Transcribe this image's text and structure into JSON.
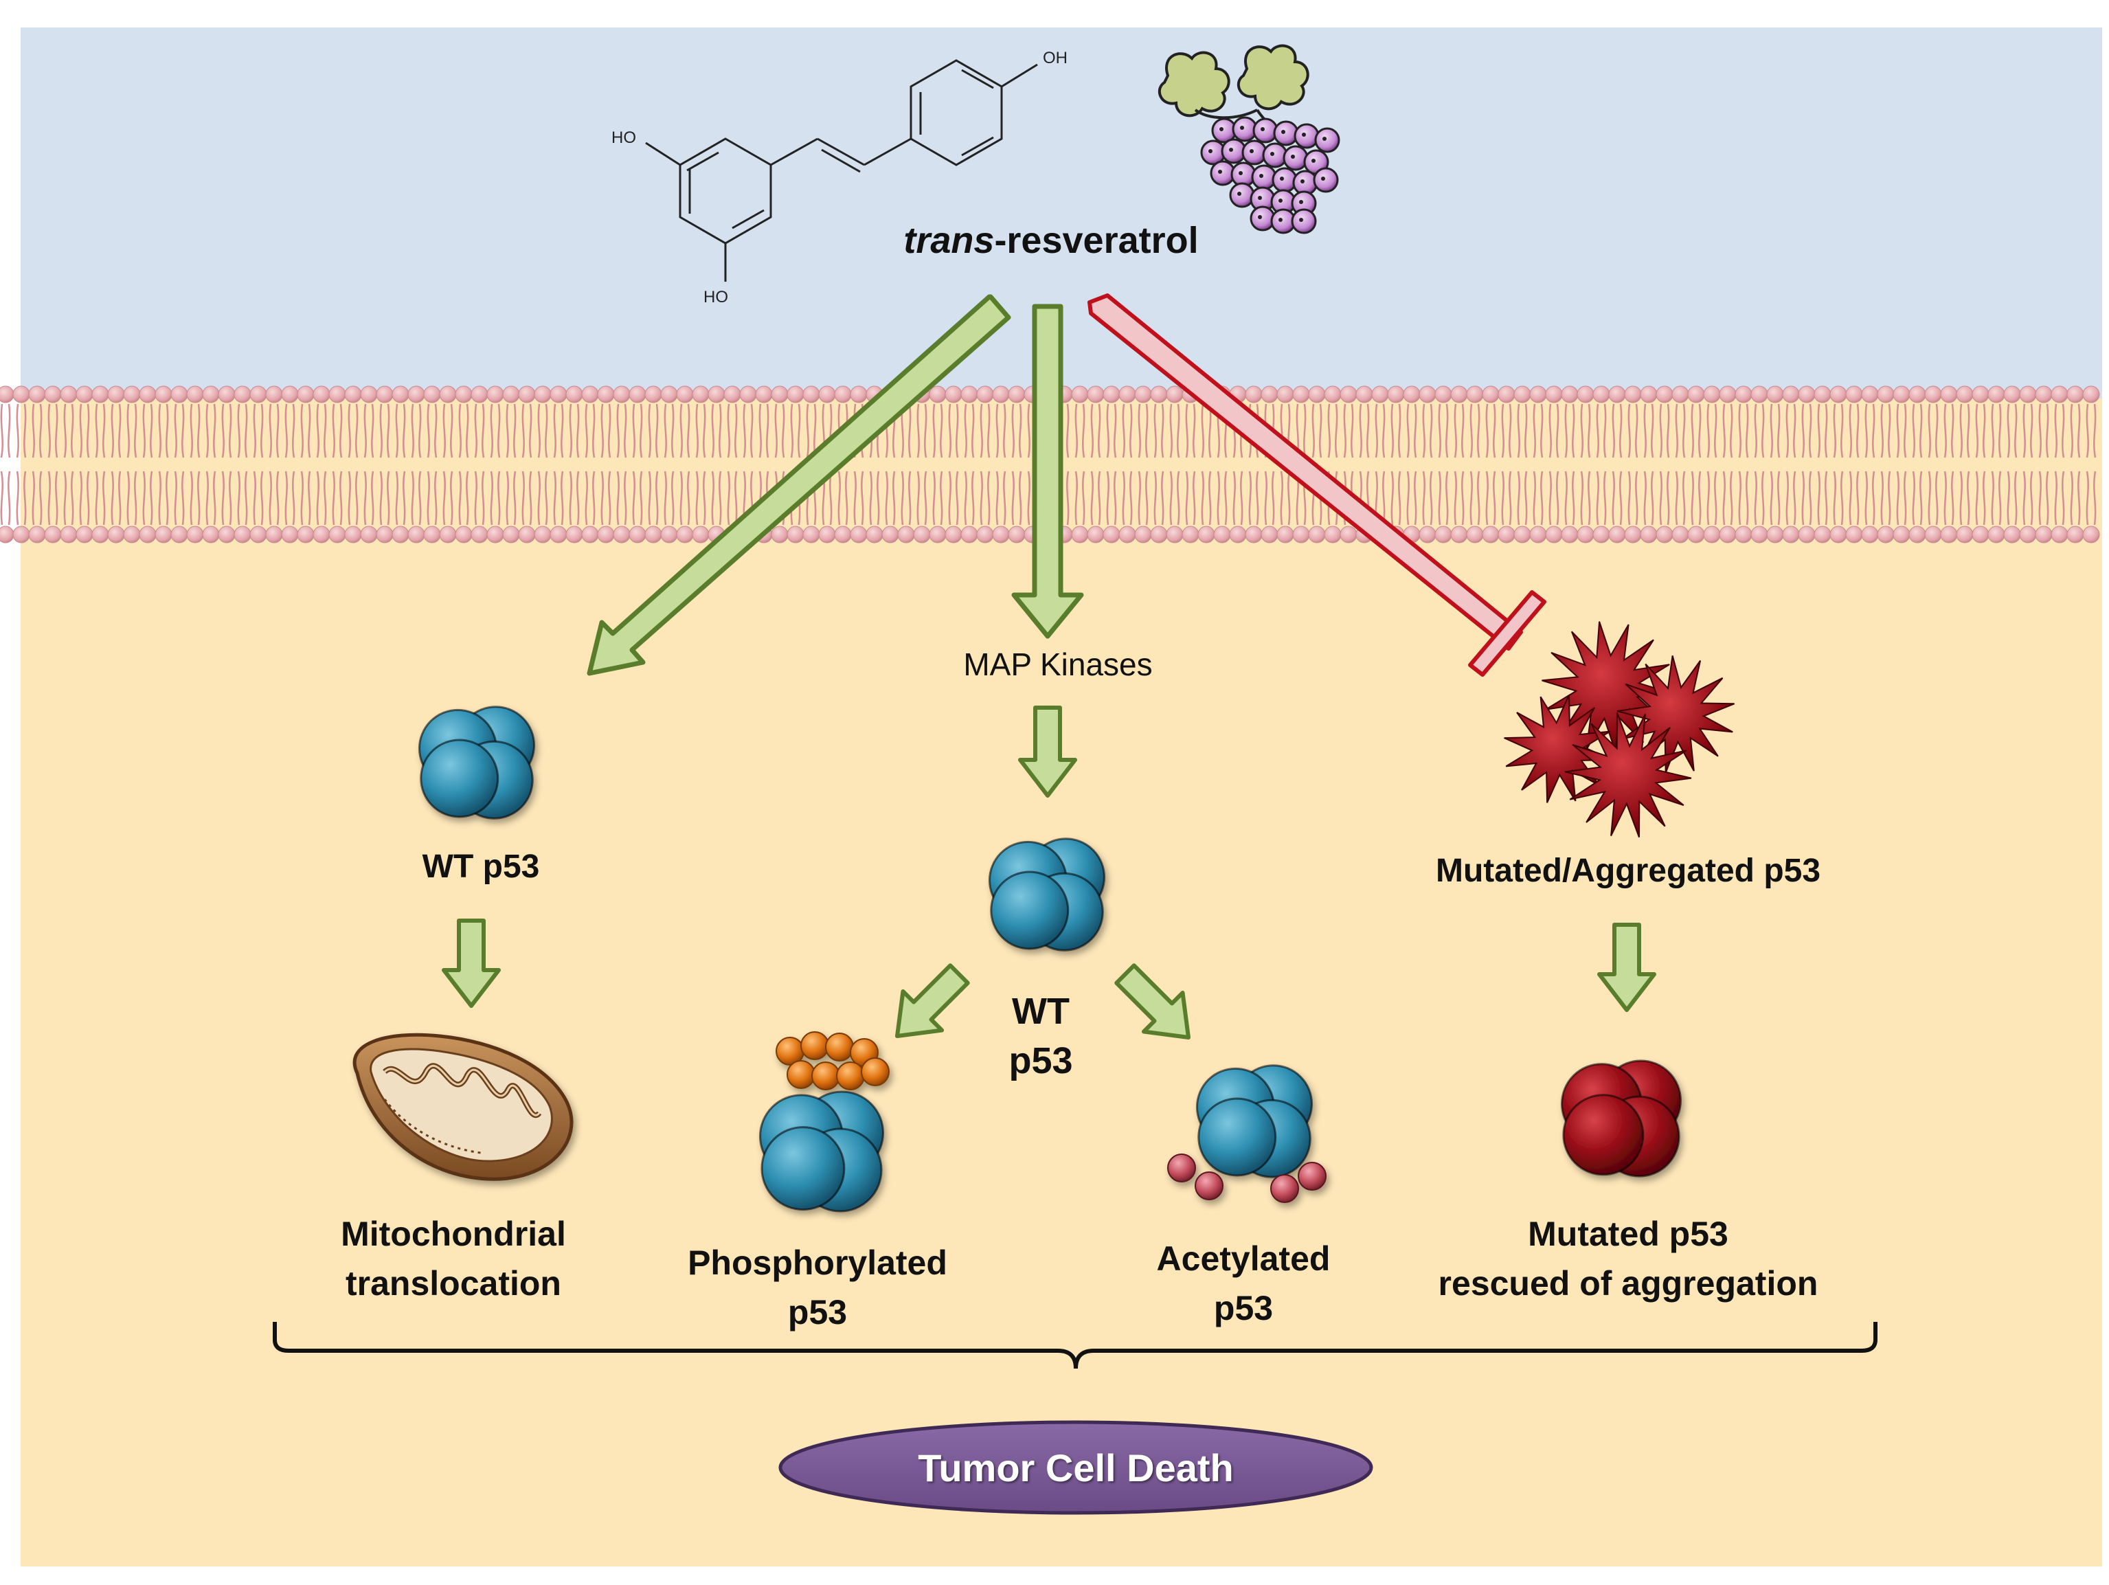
{
  "compound": {
    "name_italic": "trans",
    "name_rest": "-resveratrol",
    "oh_top": "OH",
    "oh_left": "HO",
    "oh_bottom": "HO"
  },
  "pathways": {
    "map_kinases": "MAP Kinases",
    "left_protein": "WT p53",
    "center_protein_line1": "WT",
    "center_protein_line2": "p53",
    "right_protein": "Mutated/Aggregated p53"
  },
  "outcomes": {
    "mito_line1": "Mitochondrial",
    "mito_line2": "translocation",
    "phospho_line1": "Phosphorylated",
    "phospho_line2": "p53",
    "acetyl_line1": "Acetylated",
    "acetyl_line2": "p53",
    "rescued_line1": "Mutated p53",
    "rescued_line2": "rescued of aggregation"
  },
  "result": {
    "label": "Tumor Cell Death"
  },
  "colors": {
    "extracellular": "#d5e1ee",
    "cytoplasm": "#fde6b8",
    "membrane_head": "#e4a5aa",
    "activation_arrow_fill": "#c6dc9a",
    "activation_arrow_stroke": "#5a7d2c",
    "inhibition_fill": "#f2c6c8",
    "inhibition_stroke": "#c0101b",
    "p53_blue": "#2e8fb2",
    "mutant_red": "#8b0a12",
    "phospho_orange": "#e0720e",
    "acetyl_pink": "#c24b5a",
    "result_ellipse": "#7b5b97"
  },
  "icons": [
    "resveratrol-structure",
    "grapes-icon",
    "p53-tetramer",
    "mitochondrion-icon",
    "aggregated-p53-icon"
  ]
}
